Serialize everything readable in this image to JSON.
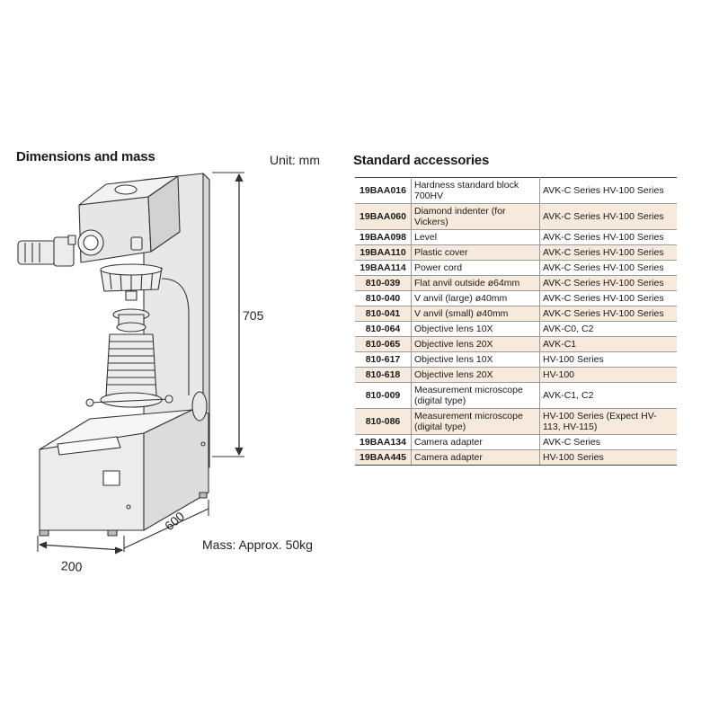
{
  "dimensions": {
    "title": "Dimensions and mass",
    "unit": "Unit: mm",
    "height": "705",
    "depth": "600",
    "width": "200",
    "mass": "Mass: Approx. 50kg"
  },
  "accessories": {
    "title": "Standard accessories",
    "rows": [
      {
        "code": "19BAA016",
        "desc": "Hardness standard block 700HV",
        "model": "AVK-C Series  HV-100 Series",
        "shaded": false,
        "tall": true
      },
      {
        "code": "19BAA060",
        "desc": "Diamond indenter (for Vickers)",
        "model": "AVK-C Series  HV-100 Series",
        "shaded": true,
        "tall": true
      },
      {
        "code": "19BAA098",
        "desc": "Level",
        "model": "AVK-C Series  HV-100 Series",
        "shaded": false,
        "tall": false
      },
      {
        "code": "19BAA110",
        "desc": "Plastic cover",
        "model": "AVK-C Series  HV-100 Series",
        "shaded": true,
        "tall": false
      },
      {
        "code": "19BAA114",
        "desc": "Power cord",
        "model": "AVK-C Series  HV-100 Series",
        "shaded": false,
        "tall": false
      },
      {
        "code": "810-039",
        "desc": "Flat anvil  outside ø64mm",
        "model": "AVK-C Series  HV-100 Series",
        "shaded": true,
        "tall": false
      },
      {
        "code": "810-040",
        "desc": "V anvil (large) ø40mm",
        "model": "AVK-C Series  HV-100 Series",
        "shaded": false,
        "tall": false
      },
      {
        "code": "810-041",
        "desc": "V anvil (small) ø40mm",
        "model": "AVK-C Series  HV-100 Series",
        "shaded": true,
        "tall": false
      },
      {
        "code": "810-064",
        "desc": "Objective lens  10X",
        "model": "AVK-C0, C2",
        "shaded": false,
        "tall": false
      },
      {
        "code": "810-065",
        "desc": "Objective lens  20X",
        "model": "AVK-C1",
        "shaded": true,
        "tall": false
      },
      {
        "code": "810-617",
        "desc": "Objective lens  10X",
        "model": "HV-100 Series",
        "shaded": false,
        "tall": false
      },
      {
        "code": "810-618",
        "desc": "Objective lens  20X",
        "model": "HV-100",
        "shaded": true,
        "tall": false
      },
      {
        "code": "810-009",
        "desc": "Measurement microscope (digital type)",
        "model": "AVK-C1, C2",
        "shaded": false,
        "tall": true
      },
      {
        "code": "810-086",
        "desc": "Measurement microscope (digital type)",
        "model": "HV-100 Series (Expect HV-113, HV-115)",
        "shaded": true,
        "tall": true
      },
      {
        "code": "19BAA134",
        "desc": "Camera adapter",
        "model": "AVK-C Series",
        "shaded": false,
        "tall": false
      },
      {
        "code": "19BAA445",
        "desc": "Camera adapter",
        "model": "HV-100 Series",
        "shaded": true,
        "tall": false
      }
    ]
  }
}
